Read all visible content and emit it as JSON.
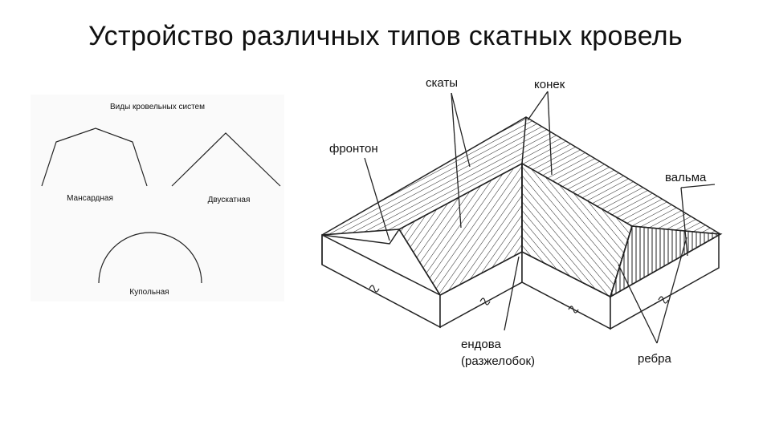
{
  "slide": {
    "title": "Устройство различных типов скатных кровель"
  },
  "roof_types": {
    "heading": "Виды кровельных систем",
    "mansard": "Мансардная",
    "gable": "Двускатная",
    "dome": "Купольная"
  },
  "roof_parts": {
    "slopes": "скаты",
    "ridge": "конек",
    "pediment": "фронтон",
    "hip": "вальма",
    "valley": "ендова",
    "valley_alt": "(разжелобок)",
    "hips_edges": "ребра"
  }
}
